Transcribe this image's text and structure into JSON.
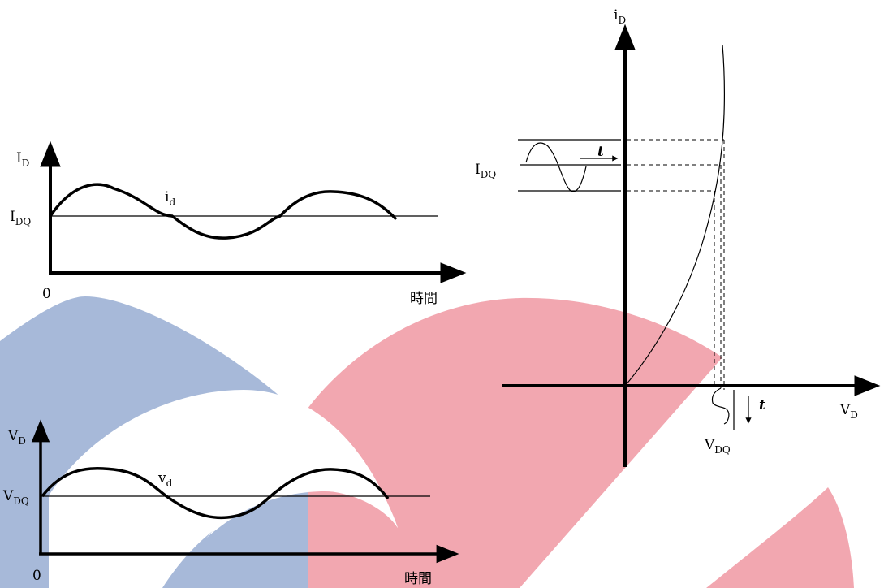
{
  "colors": {
    "watermark_blue": "#a7b9d9",
    "watermark_red": "#f2a7b0",
    "ink": "#000000"
  },
  "top_plot": {
    "y_axis_label": {
      "main": "I",
      "sub": "D"
    },
    "offset_label": {
      "main": "I",
      "sub": "DQ"
    },
    "signal_label": {
      "main": "i",
      "sub": "d"
    },
    "origin_label": "0",
    "x_axis_label": "時間"
  },
  "bottom_plot": {
    "y_axis_label": {
      "main": "V",
      "sub": "D"
    },
    "offset_label": {
      "main": "V",
      "sub": "DQ"
    },
    "signal_label": {
      "main": "v",
      "sub": "d"
    },
    "origin_label": "0",
    "x_axis_label": "時間"
  },
  "iv_plot": {
    "y_axis_label": {
      "main": "i",
      "sub": "D"
    },
    "x_axis_label": {
      "main": "V",
      "sub": "D"
    },
    "current_bias_label": {
      "main": "I",
      "sub": "DQ"
    },
    "voltage_bias_label": {
      "main": "V",
      "sub": "DQ"
    },
    "time_label_current": "t",
    "time_label_voltage": "t"
  }
}
